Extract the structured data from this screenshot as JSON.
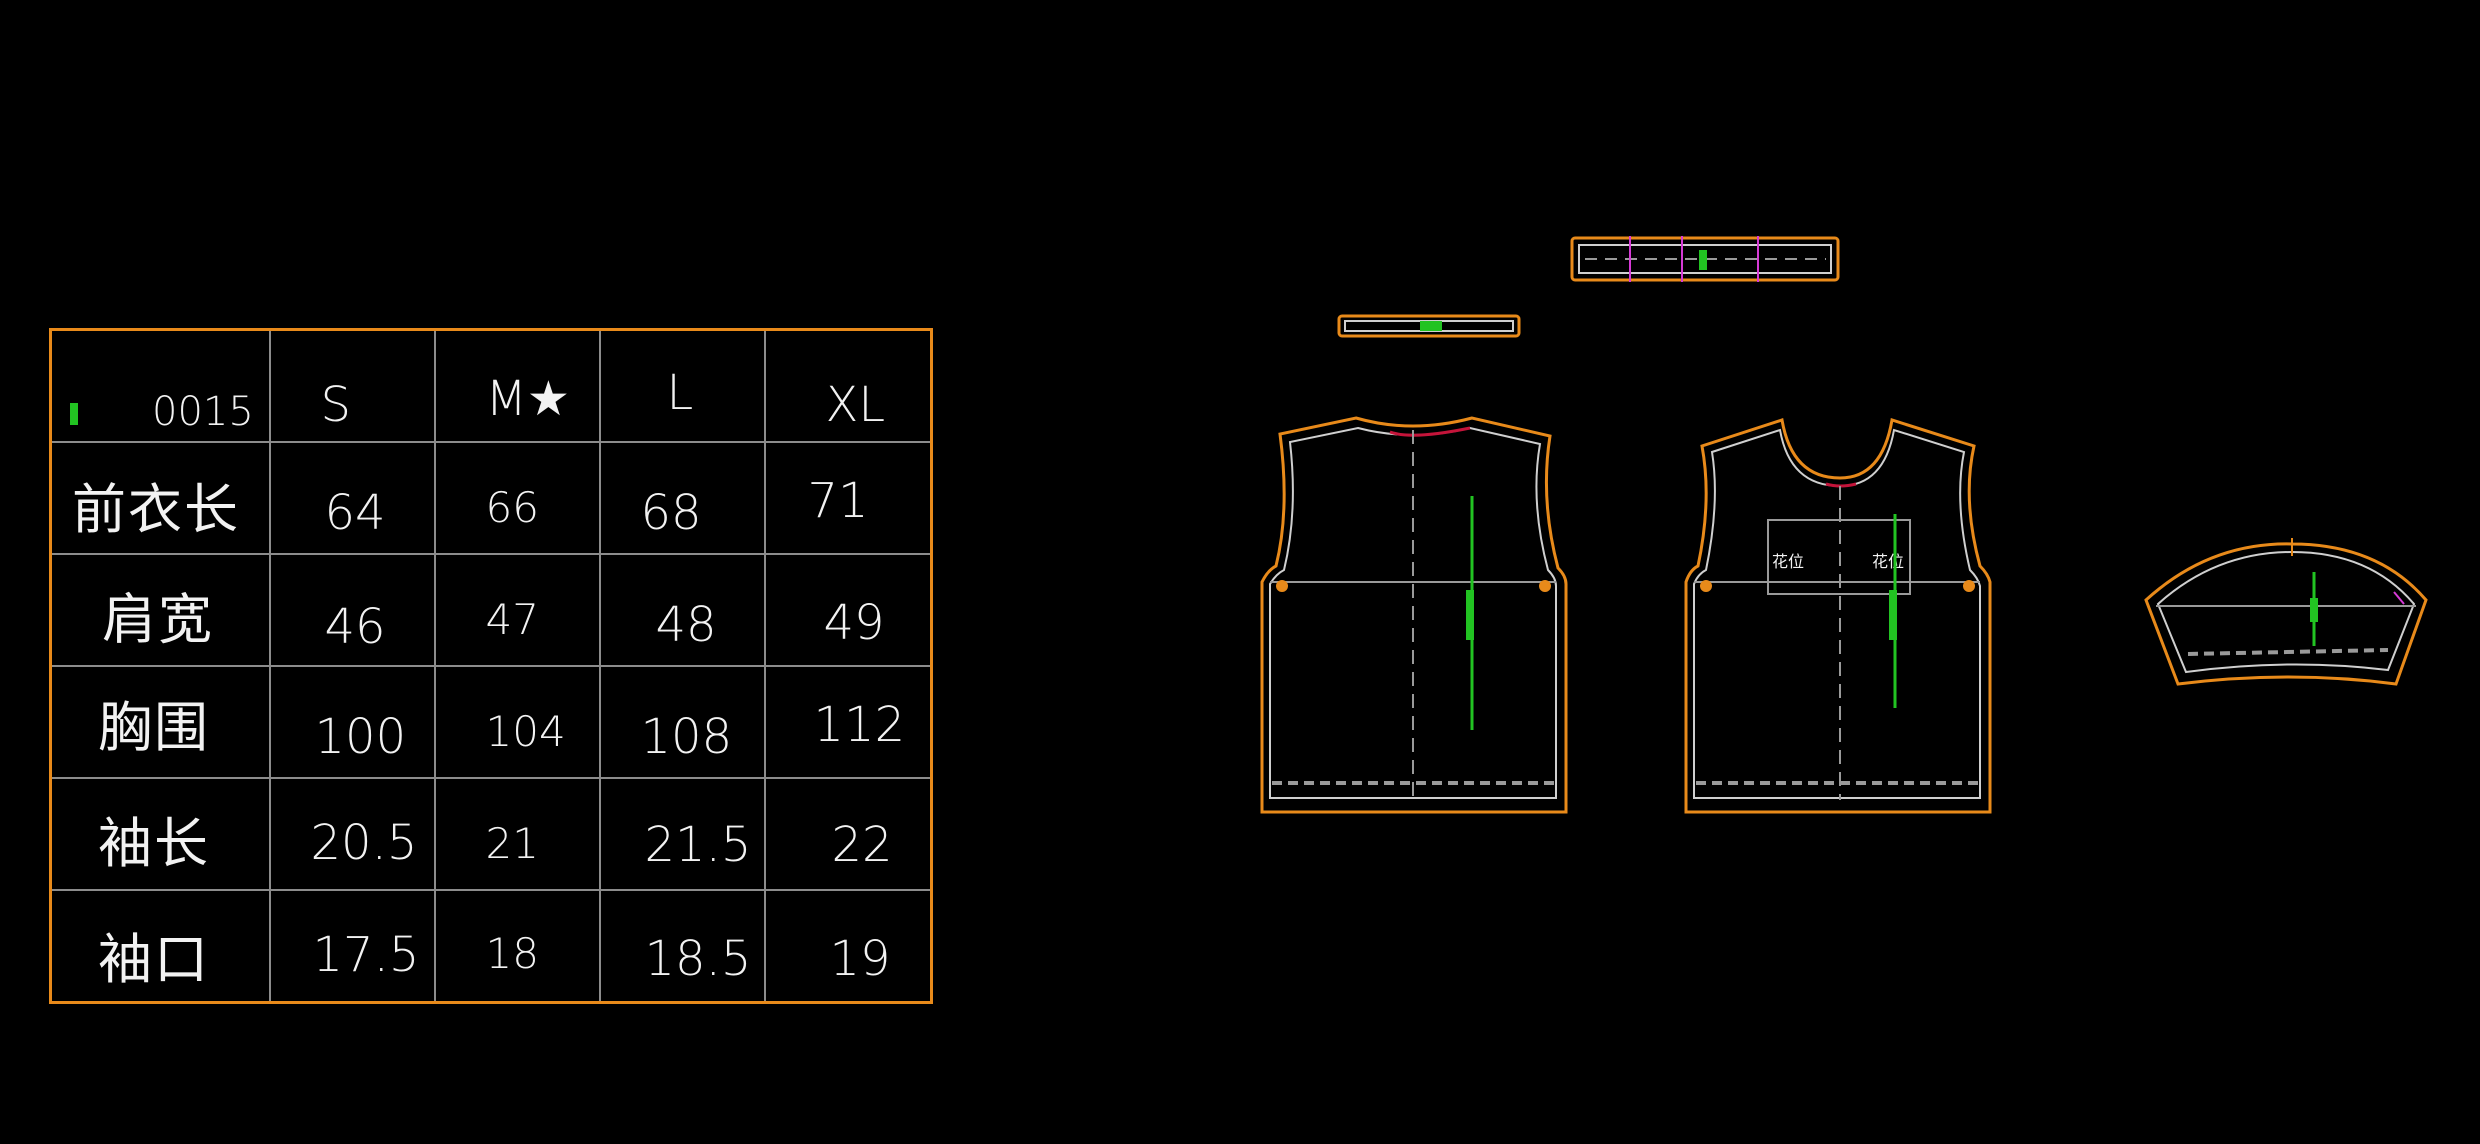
{
  "table": {
    "code": "0015",
    "sizes": [
      "S",
      "M★",
      "L",
      "XL"
    ],
    "rows": [
      {
        "label": "前衣长",
        "values": [
          "64",
          "66",
          "68",
          "71"
        ]
      },
      {
        "label": "肩宽",
        "values": [
          "46",
          "47",
          "48",
          "49"
        ]
      },
      {
        "label": "胸围",
        "values": [
          "100",
          "104",
          "108",
          "112"
        ]
      },
      {
        "label": "袖长",
        "values": [
          "20.5",
          "21",
          "21.5",
          "22"
        ]
      },
      {
        "label": "袖口",
        "values": [
          "17.5",
          "18",
          "18.5",
          "19"
        ]
      }
    ]
  },
  "pattern": {
    "print_label": "花位",
    "colors": {
      "outline": "#e88a1a",
      "stitch": "#cfcfcf",
      "grain": "#22c322",
      "center": "#9a9a9a",
      "notch": "#d63ad6",
      "neck": "#c4143a"
    }
  }
}
